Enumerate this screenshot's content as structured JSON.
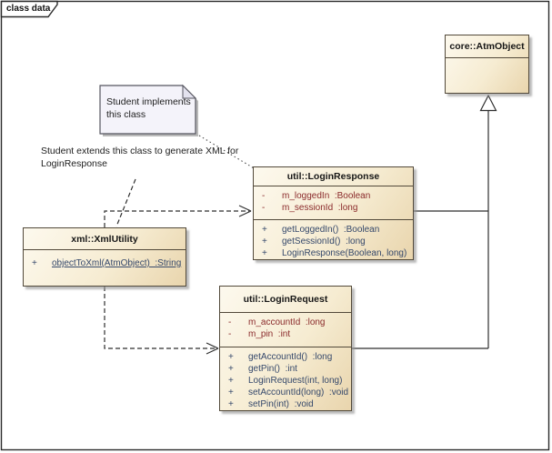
{
  "frame": {
    "label": "class data"
  },
  "colors": {
    "box-border": "#52493a",
    "box-fill-light": "#fdf9ee",
    "box-fill-mid": "#f6ecd2",
    "box-fill-dark": "#e9d5ad",
    "title-color": "#161616",
    "attr-color": "#8a2a2b",
    "meth-color": "#35486b",
    "note-fill": "#f4f3fa"
  },
  "note": {
    "line1": "Student implements",
    "line2": "this class"
  },
  "annotation": {
    "line1": "Student extends this class to generate XML for",
    "line2": "LoginResponse"
  },
  "classes": [
    {
      "title": "core::AtmObject",
      "attributes": [],
      "methods": []
    },
    {
      "title": "util::LoginResponse",
      "attributes": [
        {
          "vis": "-",
          "text": "m_loggedIn  :Boolean"
        },
        {
          "vis": "-",
          "text": "m_sessionId  :long"
        }
      ],
      "methods": [
        {
          "vis": "+",
          "text": "getLoggedIn()  :Boolean"
        },
        {
          "vis": "+",
          "text": "getSessionId()  :long"
        },
        {
          "vis": "+",
          "text": "LoginResponse(Boolean, long)"
        }
      ]
    },
    {
      "title": "xml::XmlUtility",
      "attributes": [],
      "methods": [
        {
          "vis": "+",
          "text": "objectToXml(AtmObject)  :String",
          "static": true
        }
      ]
    },
    {
      "title": "util::LoginRequest",
      "attributes": [
        {
          "vis": "-",
          "text": "m_accountId  :long"
        },
        {
          "vis": "-",
          "text": "m_pin  :int"
        }
      ],
      "methods": [
        {
          "vis": "+",
          "text": "getAccountId()  :long"
        },
        {
          "vis": "+",
          "text": "getPin()  :int"
        },
        {
          "vis": "+",
          "text": "LoginRequest(int, long)"
        },
        {
          "vis": "+",
          "text": "setAccountId(long)  :void"
        },
        {
          "vis": "+",
          "text": "setPin(int)  :void"
        }
      ]
    }
  ],
  "relationships": [
    {
      "from": "util::LoginResponse",
      "to": "core::AtmObject",
      "type": "generalization"
    },
    {
      "from": "util::LoginRequest",
      "to": "core::AtmObject",
      "type": "generalization"
    },
    {
      "from": "xml::XmlUtility",
      "to": "util::LoginResponse",
      "type": "dependency"
    },
    {
      "from": "xml::XmlUtility",
      "to": "util::LoginRequest",
      "type": "dependency"
    },
    {
      "from": "note",
      "to": "util::LoginResponse",
      "type": "note-link"
    },
    {
      "from": "annotation",
      "to": "xml::XmlUtility",
      "type": "note-link"
    }
  ]
}
